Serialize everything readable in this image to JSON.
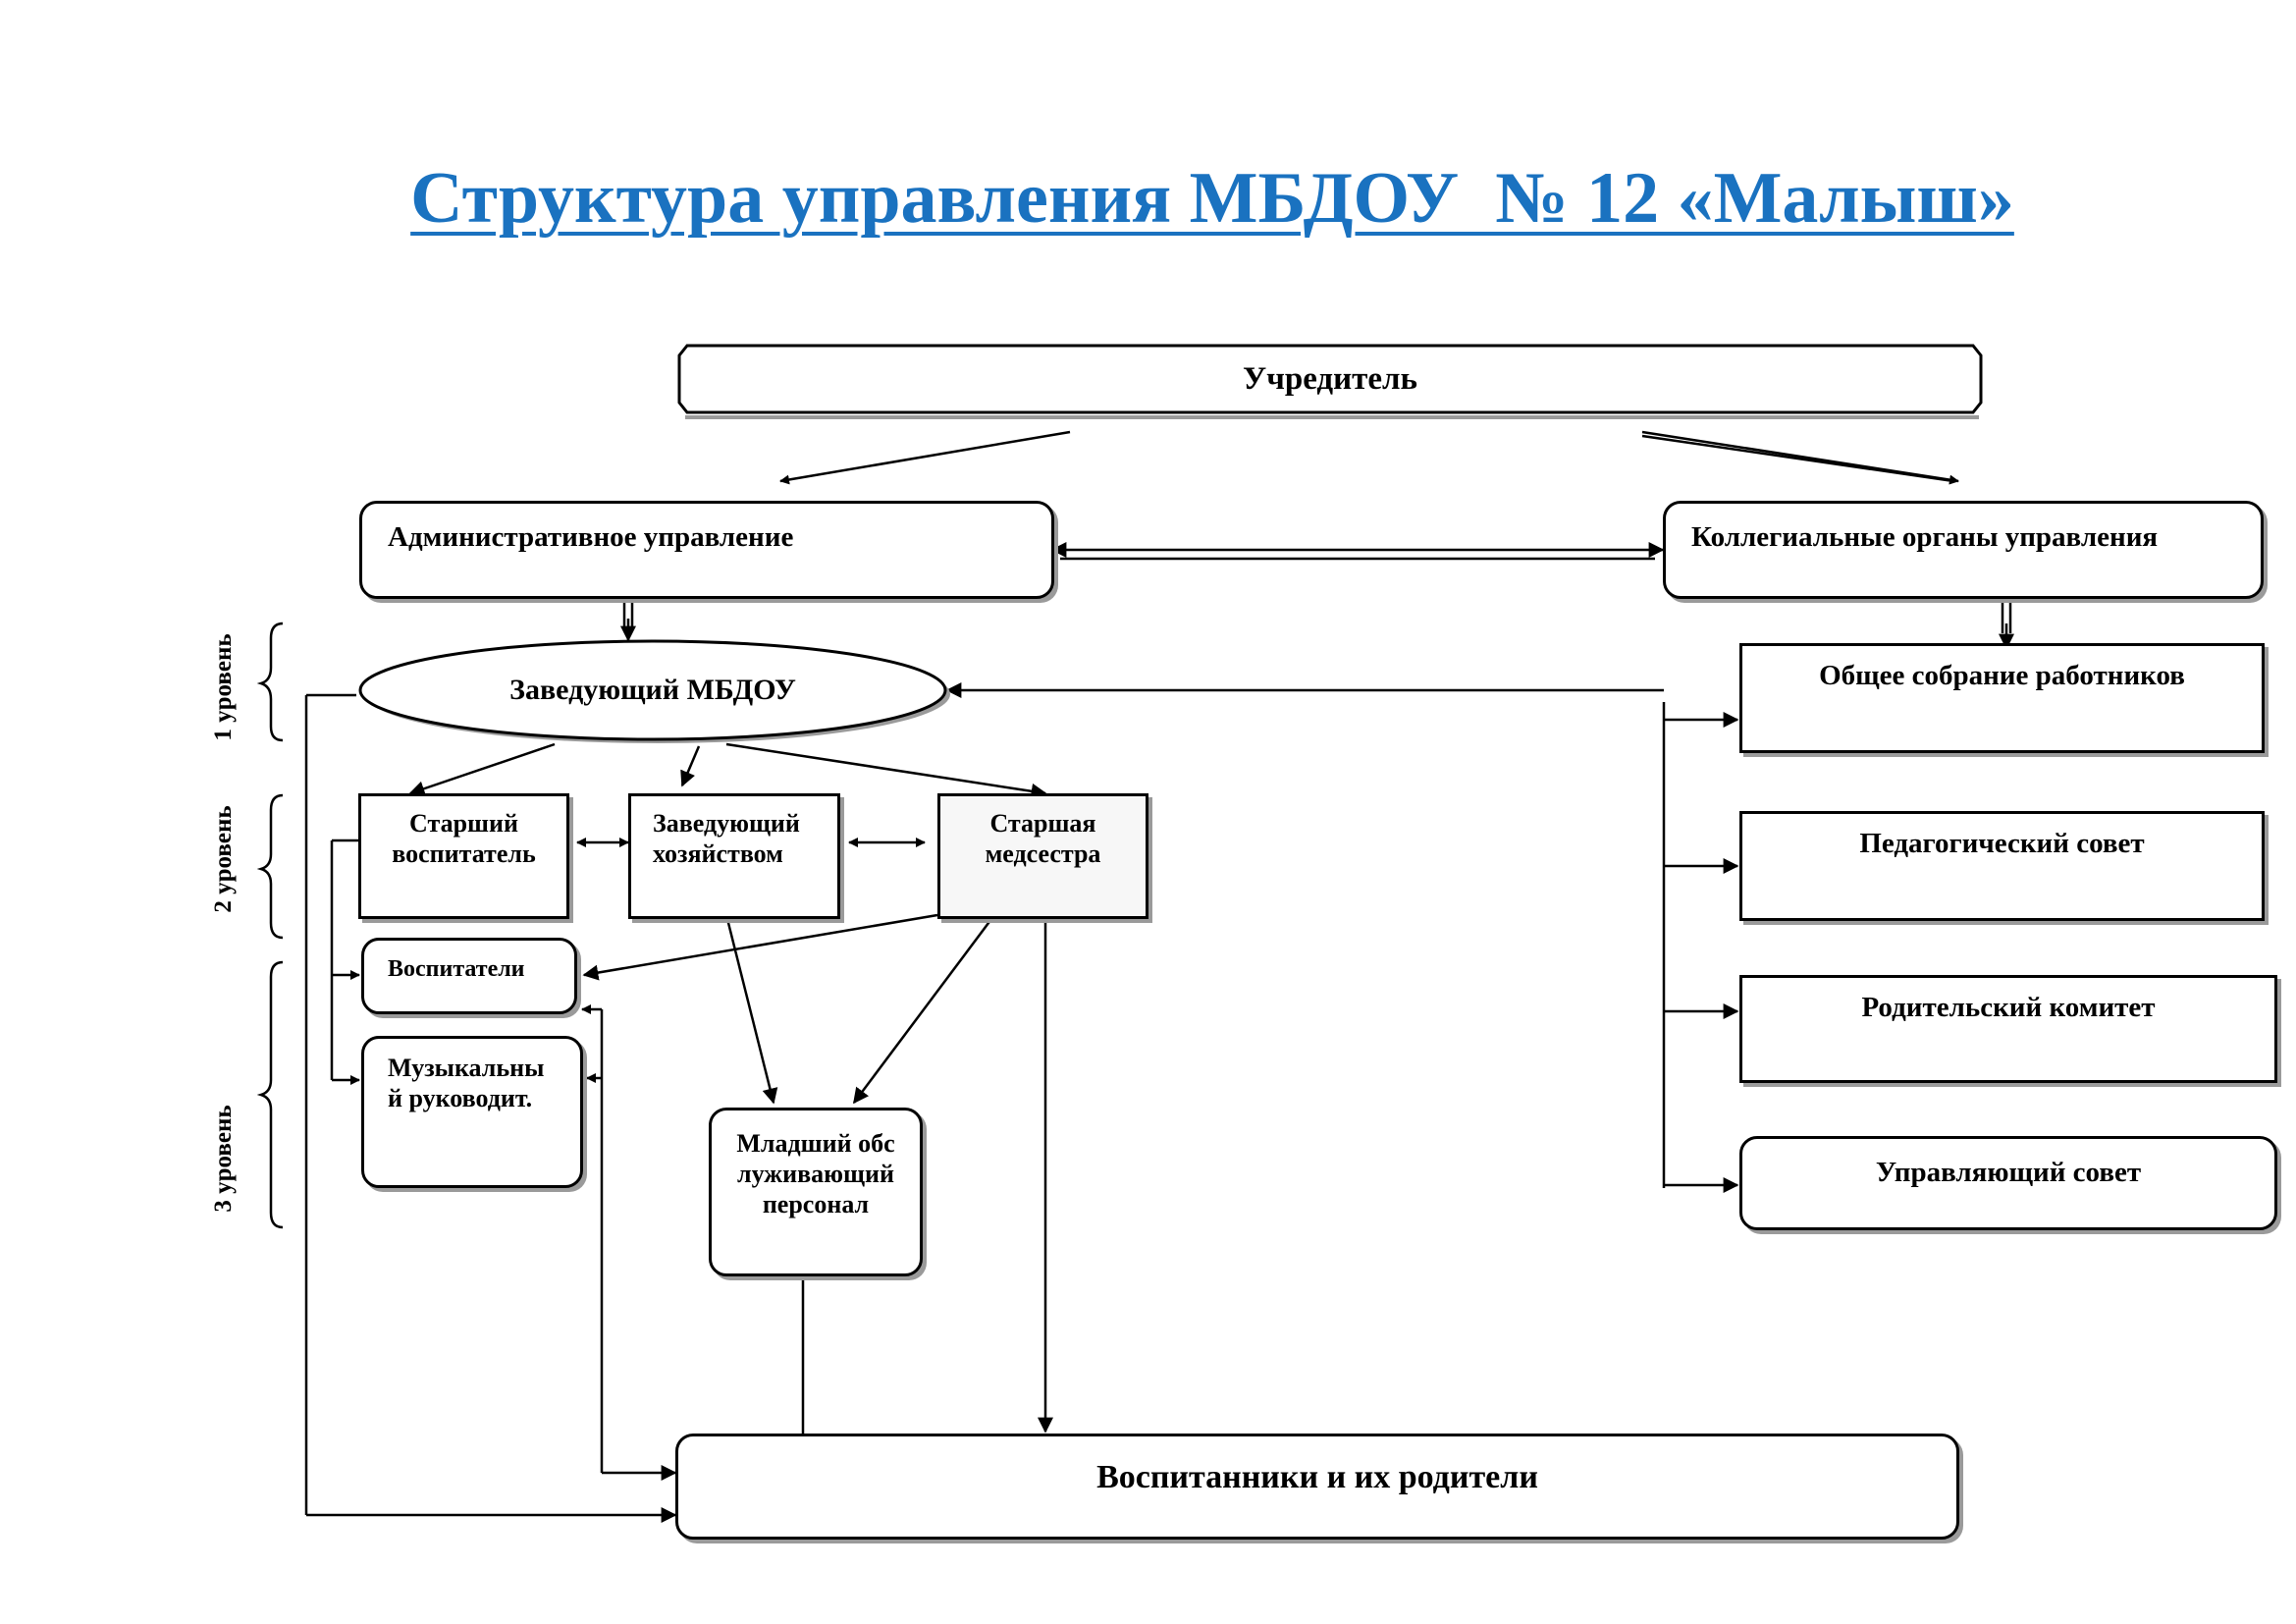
{
  "title": "Структура управления МБДОУ  № 12 «Малыш»",
  "nodes": {
    "founder": "Учредитель",
    "admin": "Административное  управление",
    "collegial": "Коллегиальные органы управления",
    "head": "Заведующий МБДОУ",
    "senior_teacher": "Старший воспитатель",
    "supply_manager": "Заведующий хозяйством",
    "senior_nurse": "Старшая медсестра",
    "teachers": "Воспитатели",
    "music_director": "Музыкальный руководит.",
    "junior_staff": "Младший обслуживающий персонал",
    "general_meeting": "Общее собрание работников",
    "ped_council": "Педагогический совет",
    "parent_committee": "Родительский комитет",
    "managing_council": "Управляющий совет",
    "pupils_parents": "Воспитанники и их родители"
  },
  "levels": {
    "level1": "1 уровень",
    "level2": "2 уровень",
    "level3": "3 уровень"
  }
}
